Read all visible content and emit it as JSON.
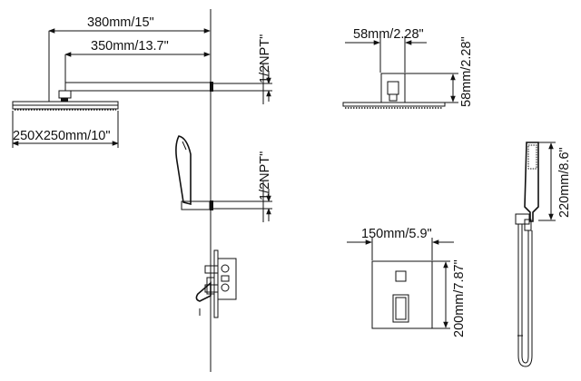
{
  "drawing": {
    "shower_arm_total": "380mm/15\"",
    "shower_arm_reach": "350mm/13.7\"",
    "head_size": "250X250mm/10\"",
    "top_connection": "1/2NPT\"",
    "bottom_connection": "1/2NPT\"",
    "head_side_width": "58mm/2.28\"",
    "head_side_height": "58mm/2.28\"",
    "valve_plate_width": "150mm/5.9\"",
    "valve_plate_height": "200mm/7.87\"",
    "handshower_length": "220mm/8.6\""
  }
}
